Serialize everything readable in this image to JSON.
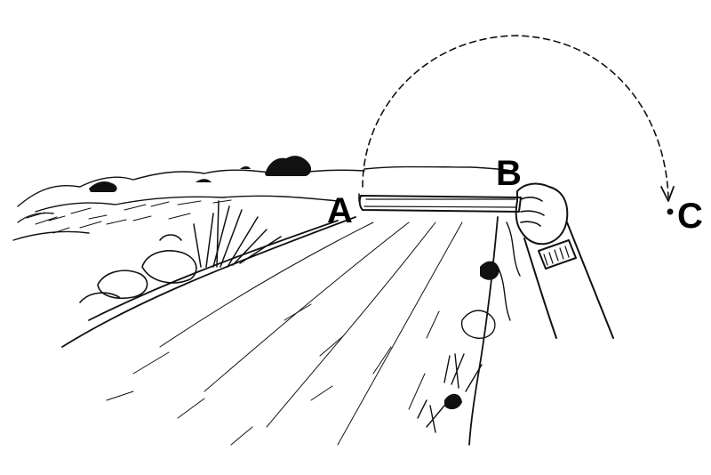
{
  "diagram": {
    "labels": {
      "a": "A",
      "b": "B",
      "c": "C"
    },
    "icons": [
      "hand-icon",
      "wristwatch-icon",
      "stick-icon",
      "arrow-head-icon"
    ],
    "colors": {
      "ink": "#111111",
      "background": "#ffffff"
    }
  }
}
